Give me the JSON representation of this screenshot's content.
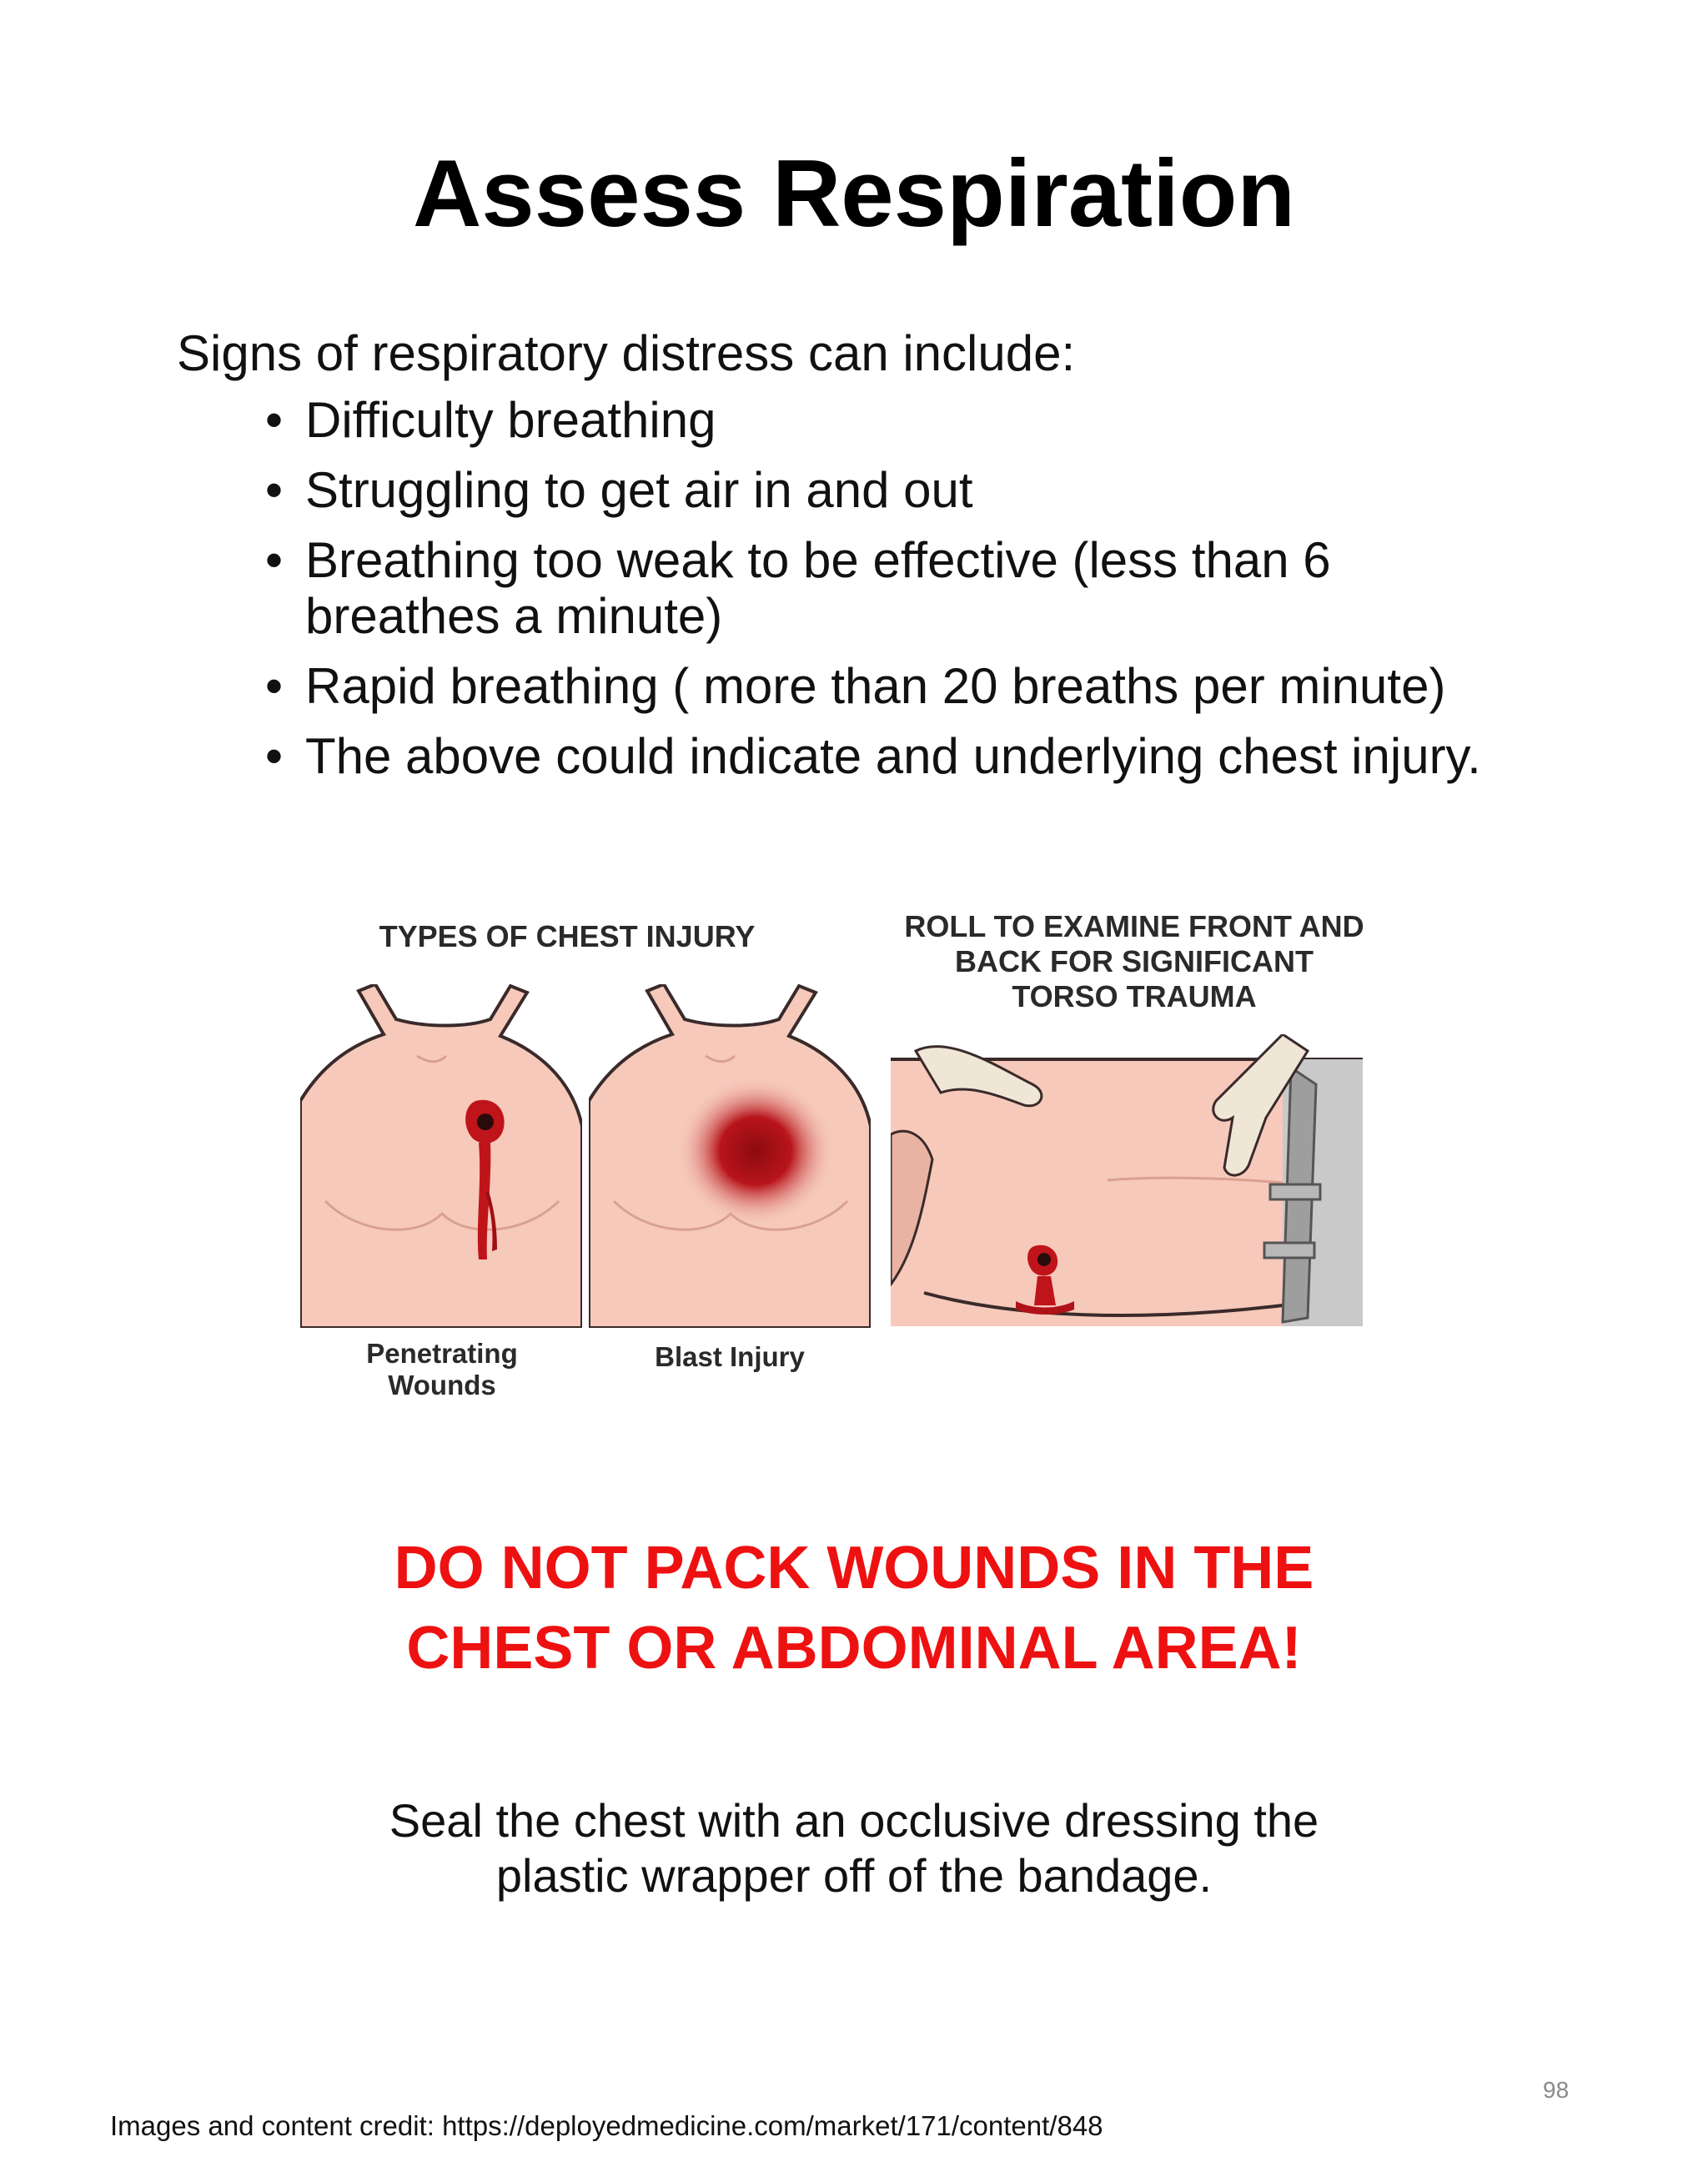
{
  "title": "Assess Respiration",
  "intro": "Signs of respiratory distress can include:",
  "bullets": [
    "Difficulty breathing",
    "Struggling to get air in and out",
    "Breathing too weak to be effective (less than 6 breathes a minute)",
    "Rapid breathing ( more than 20 breaths per minute)",
    "The above could indicate and underlying chest injury."
  ],
  "bullet_glyph": "•",
  "figure": {
    "types_heading": "TYPES OF CHEST INJURY",
    "roll_heading": "ROLL TO EXAMINE FRONT AND BACK FOR SIGNIFICANT TORSO TRAUMA",
    "penetrating_label": "Penetrating Wounds",
    "blast_label": "Blast Injury"
  },
  "warning": "DO NOT PACK WOUNDS IN THE CHEST OR ABDOMINAL AREA!",
  "seal_text": "Seal the chest with an occlusive dressing the plastic wrapper off of the bandage.",
  "page_number": "98",
  "credit": "Images and content credit: https://deployedmedicine.com/market/171/content/848",
  "colors": {
    "warning": "#ee1111",
    "skin": "#f6c9bb",
    "blood": "#c0141b",
    "glove": "#efe6d6"
  }
}
